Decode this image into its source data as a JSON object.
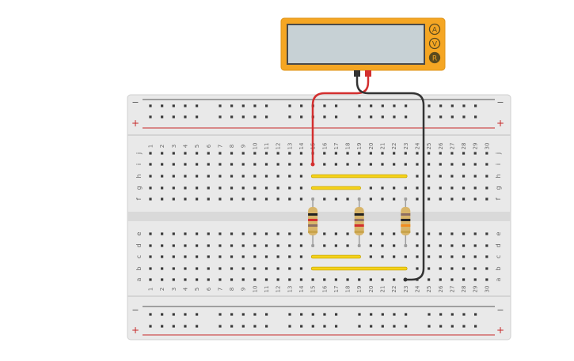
{
  "multimeter": {
    "buttons": [
      "A",
      "V",
      "R"
    ],
    "display_text": "",
    "colors": {
      "body": "#f5a623",
      "screen": "#c7d1d5",
      "screen_border": "#4a4a4a",
      "button": "#5b4a1e"
    }
  },
  "breadboard": {
    "rail_labels": {
      "minus": "−",
      "plus": "+"
    },
    "columns": [
      "1",
      "2",
      "3",
      "4",
      "5",
      "6",
      "7",
      "8",
      "9",
      "10",
      "11",
      "12",
      "13",
      "14",
      "15",
      "16",
      "17",
      "18",
      "19",
      "20",
      "21",
      "22",
      "23",
      "24",
      "25",
      "26",
      "27",
      "28",
      "29",
      "30"
    ],
    "rows_top": [
      "j",
      "i",
      "h",
      "g",
      "f"
    ],
    "rows_bottom": [
      "e",
      "d",
      "c",
      "b",
      "a"
    ],
    "colors": {
      "board": "#e6e6e6",
      "hole": "#3a3a3a",
      "rail_red": "#c62828",
      "rail_black": "#555555",
      "label": "#6b6b6b"
    }
  },
  "jumpers": [
    {
      "name": "jumper-f15-f19"
    },
    {
      "name": "jumper-g15-g23"
    },
    {
      "name": "jumper-b15-b19"
    },
    {
      "name": "jumper-a15-a23"
    }
  ],
  "resistors": [
    {
      "name": "resistor-col15",
      "bands": [
        "#222222",
        "#d32f2f",
        "#8d6e63",
        "#c9a44c"
      ],
      "body": "#d8b56a"
    },
    {
      "name": "resistor-col19",
      "bands": [
        "#222222",
        "#8d6e63",
        "#d32f2f",
        "#c9a44c"
      ],
      "body": "#d8b56a"
    },
    {
      "name": "resistor-col23",
      "bands": [
        "#8d6e63",
        "#222222",
        "#f28c1e",
        "#c9a44c"
      ],
      "body": "#d8b56a"
    }
  ],
  "probes": {
    "red": {
      "color": "#d32f2f"
    },
    "black": {
      "color": "#333333"
    }
  }
}
